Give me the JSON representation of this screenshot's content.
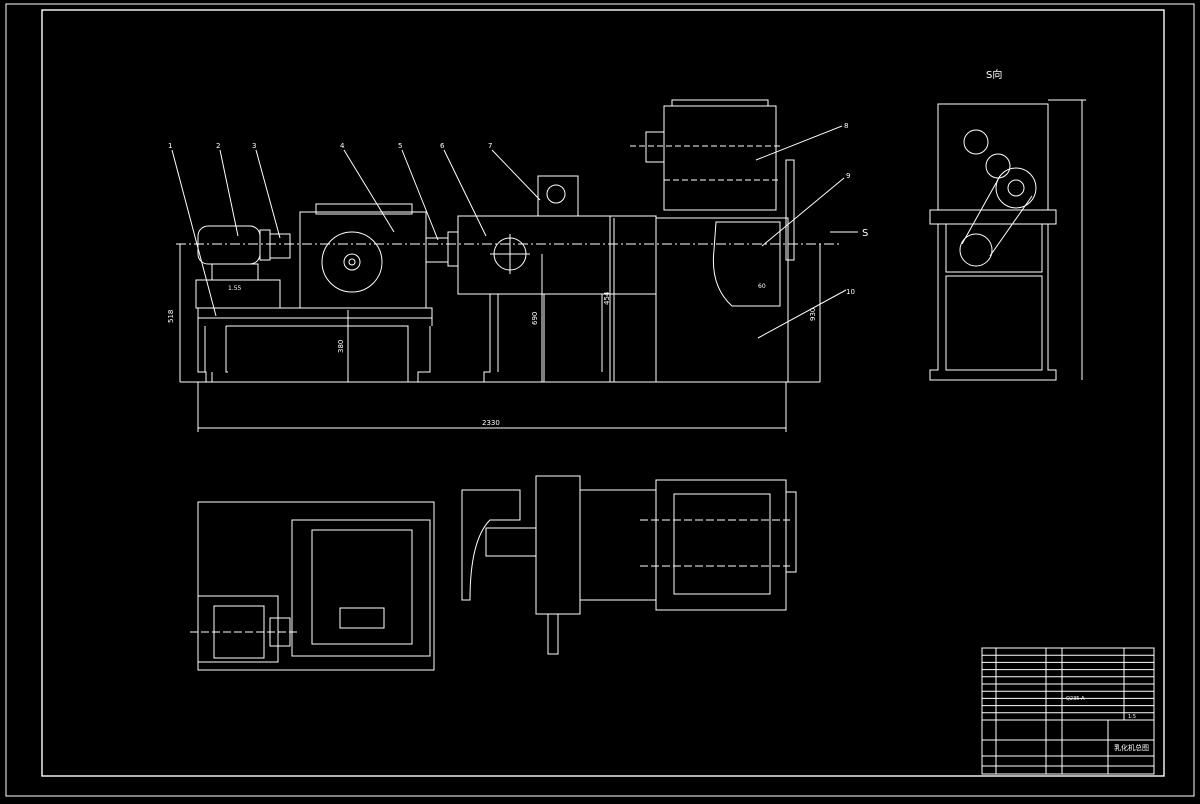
{
  "colors": {
    "background": "#000000",
    "line": "#ffffff"
  },
  "view_label": "S向",
  "section_marker": "S",
  "part_numbers": [
    "1",
    "2",
    "3",
    "4",
    "5",
    "6",
    "7",
    "8",
    "9",
    "10"
  ],
  "dimensions": {
    "overall_length": "2330",
    "left_height": "518",
    "center_height_1": "380",
    "center_height_2": "690",
    "center_height_3": "454",
    "right_height": "930",
    "motor_label": "1.55",
    "outlet_label": "60"
  },
  "title_block": {
    "drawing_title": "乳化机总图",
    "material": "Q235-A",
    "scale": "1:5"
  }
}
